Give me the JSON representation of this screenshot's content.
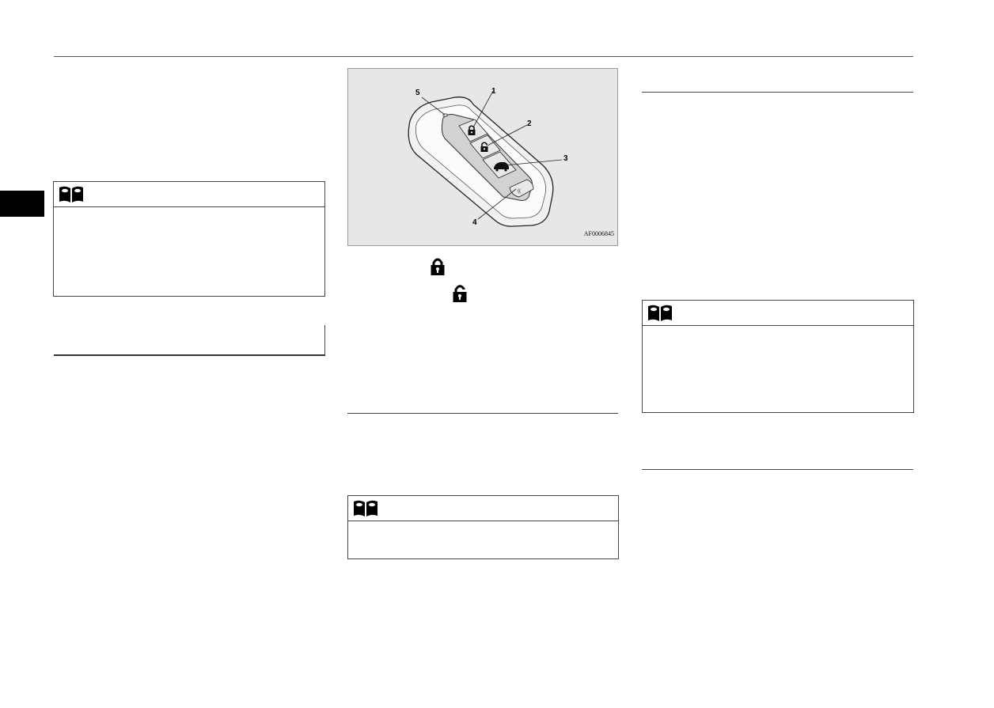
{
  "figure": {
    "code": "AF0006845",
    "callouts": [
      {
        "number": "1",
        "target": "lock-button"
      },
      {
        "number": "2",
        "target": "unlock-button"
      },
      {
        "number": "3",
        "target": "trunk-button"
      },
      {
        "number": "4",
        "target": "panic-button"
      },
      {
        "number": "5",
        "target": "indicator-light"
      }
    ]
  },
  "icons": {
    "note": "book-icon",
    "lock": "lock-icon",
    "unlock": "unlock-icon"
  },
  "colors": {
    "side_tab": "#000000",
    "figure_background": "#e7e7e7",
    "rules": "#444444"
  }
}
